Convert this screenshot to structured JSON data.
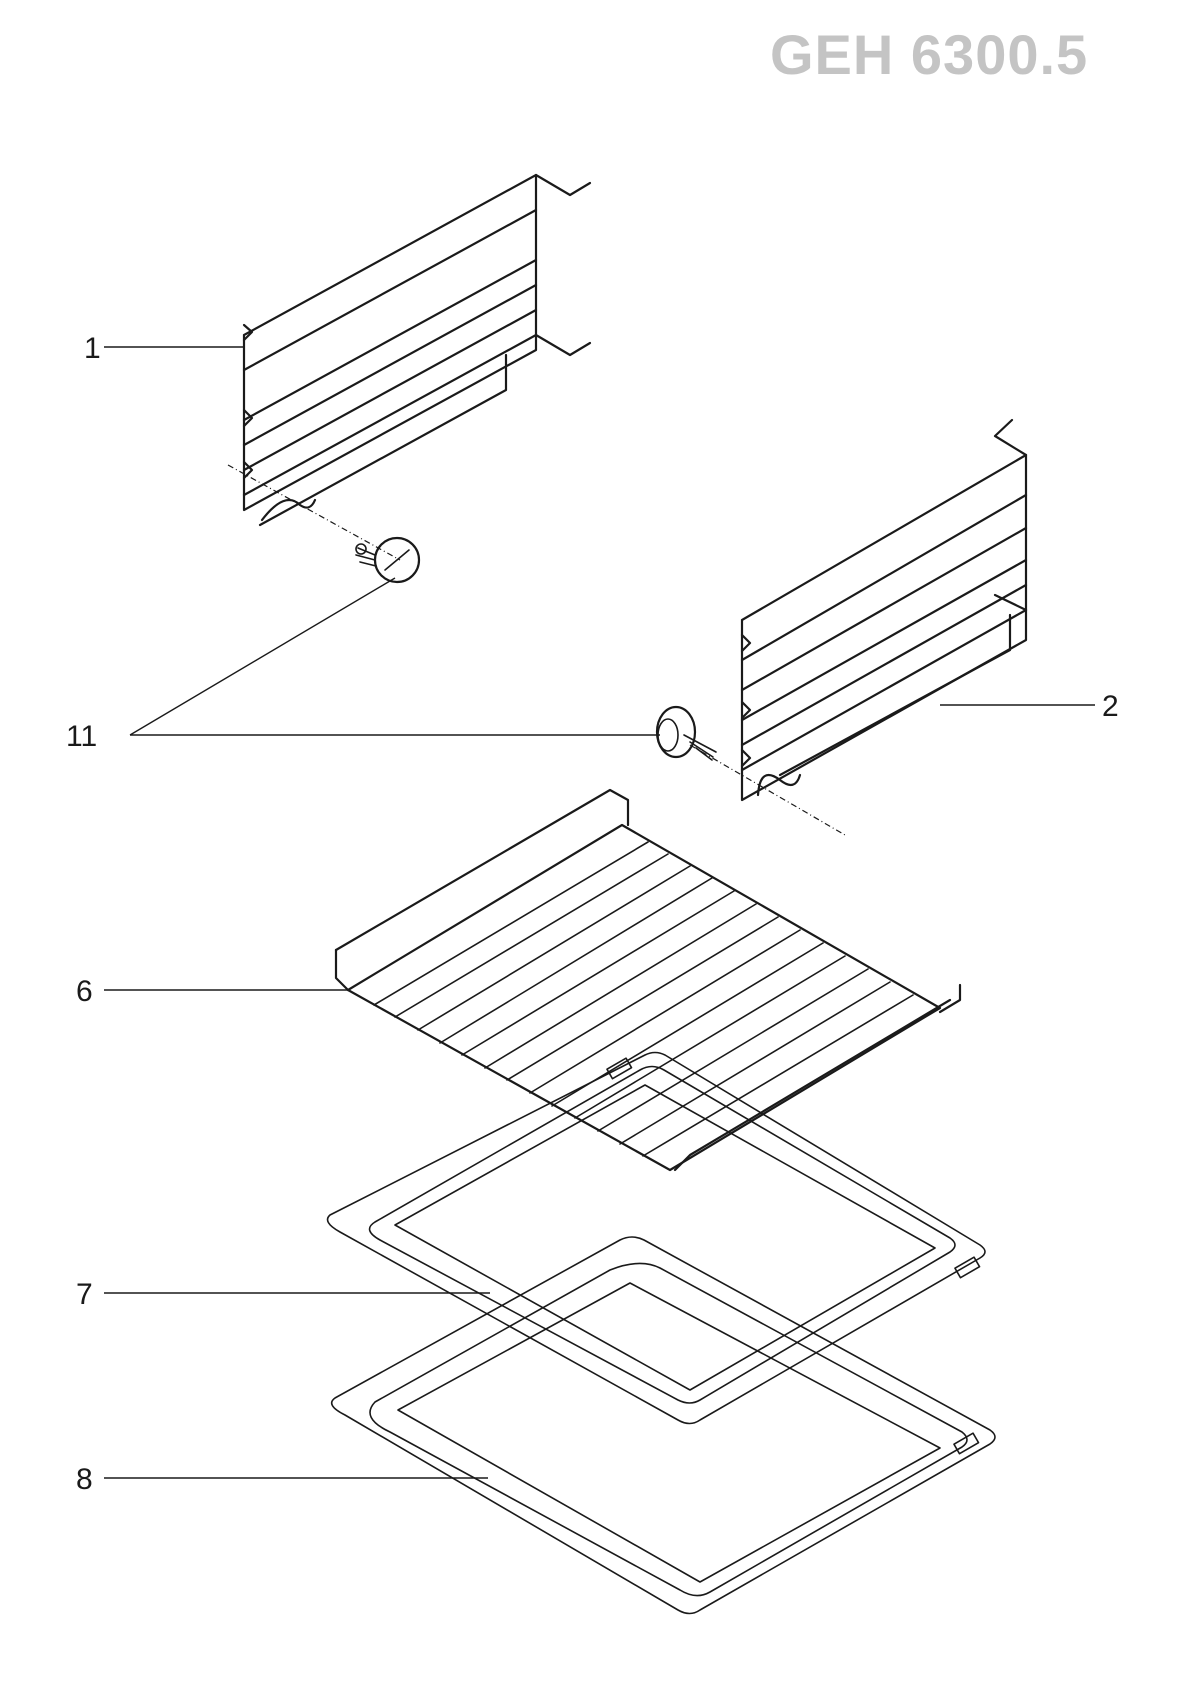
{
  "header": {
    "model": "GEH 6300.5"
  },
  "callouts": [
    {
      "id": "1",
      "label": "1"
    },
    {
      "id": "2",
      "label": "2"
    },
    {
      "id": "11",
      "label": "11"
    },
    {
      "id": "6",
      "label": "6"
    },
    {
      "id": "7",
      "label": "7"
    },
    {
      "id": "8",
      "label": "8"
    }
  ]
}
